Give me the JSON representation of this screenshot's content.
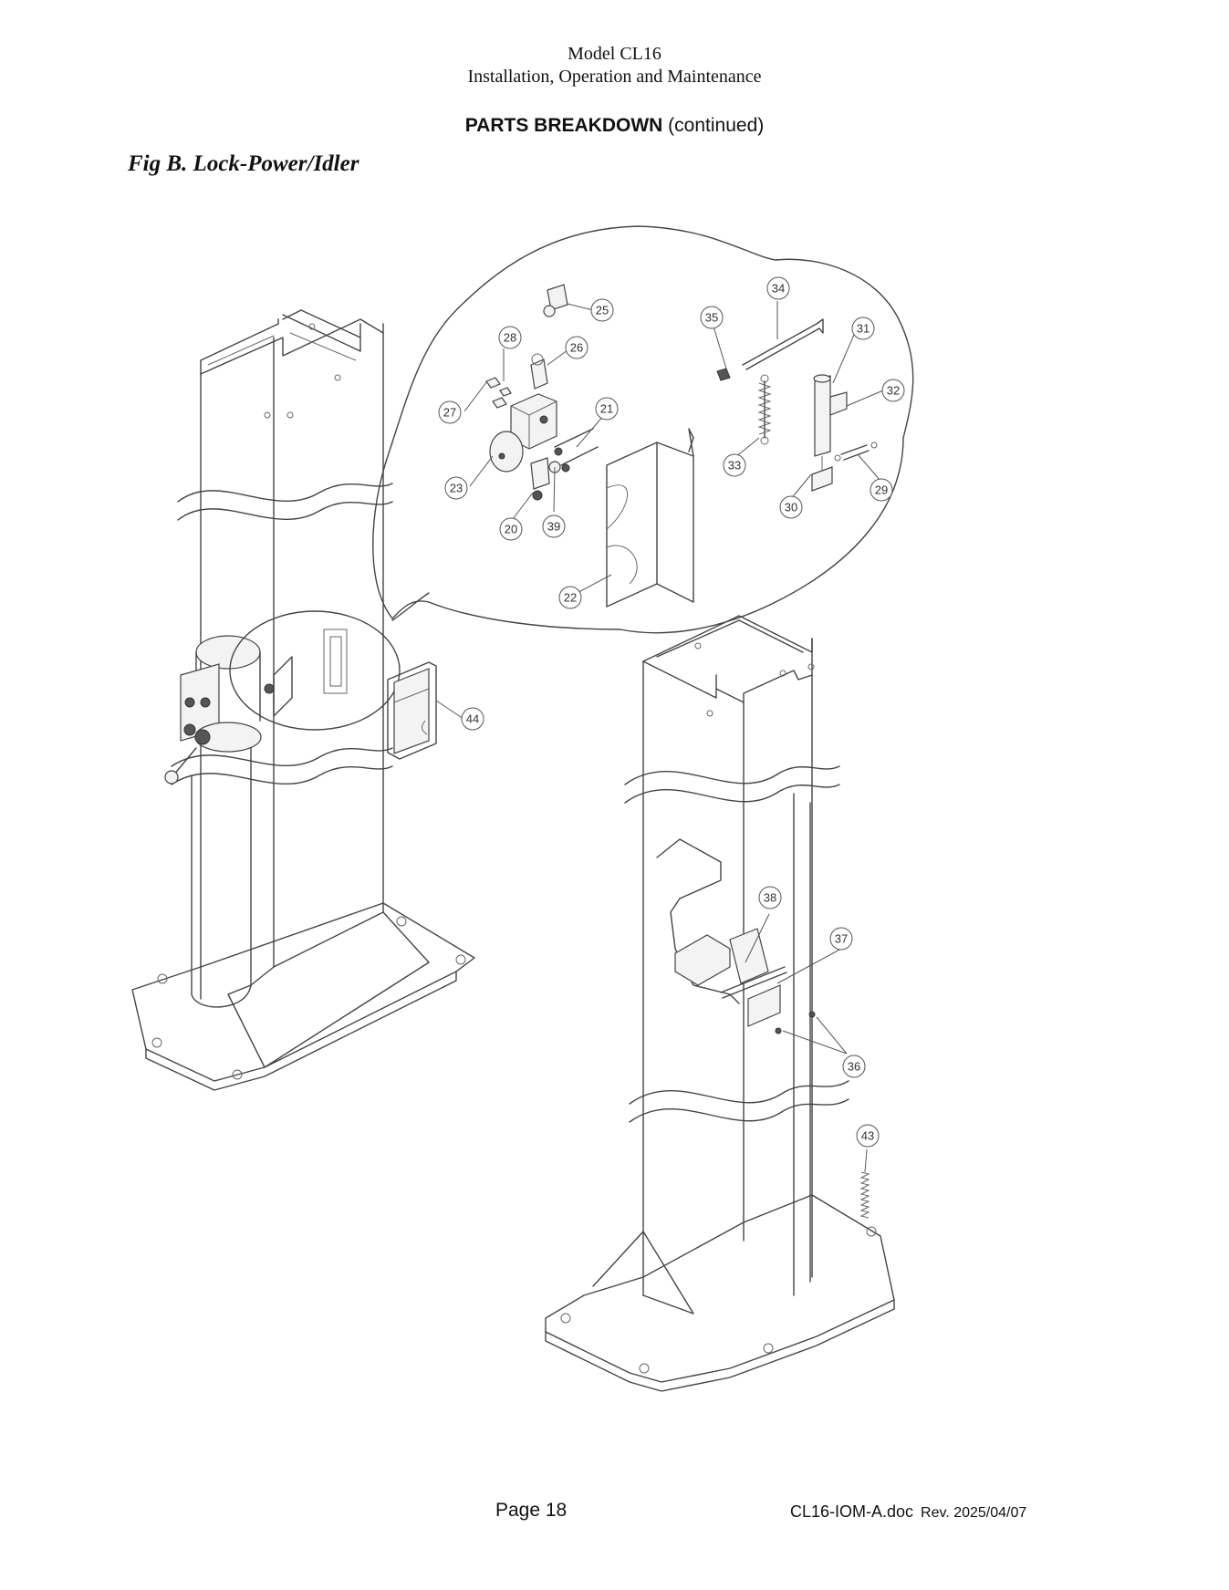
{
  "header": {
    "model": "Model CL16",
    "subtitle": "Installation, Operation and Maintenance"
  },
  "section": {
    "title_bold": "PARTS BREAKDOWN",
    "title_rest": " (continued)"
  },
  "figure": {
    "title": "Fig B.  Lock-Power/Idler",
    "callouts": [
      "20",
      "21",
      "22",
      "23",
      "25",
      "26",
      "27",
      "28",
      "29",
      "30",
      "31",
      "32",
      "33",
      "34",
      "35",
      "36",
      "37",
      "38",
      "39",
      "43",
      "44"
    ]
  },
  "footer": {
    "page": "Page 18",
    "doc": "CL16-IOM-A.doc",
    "rev": "Rev. 2025/04/07"
  }
}
